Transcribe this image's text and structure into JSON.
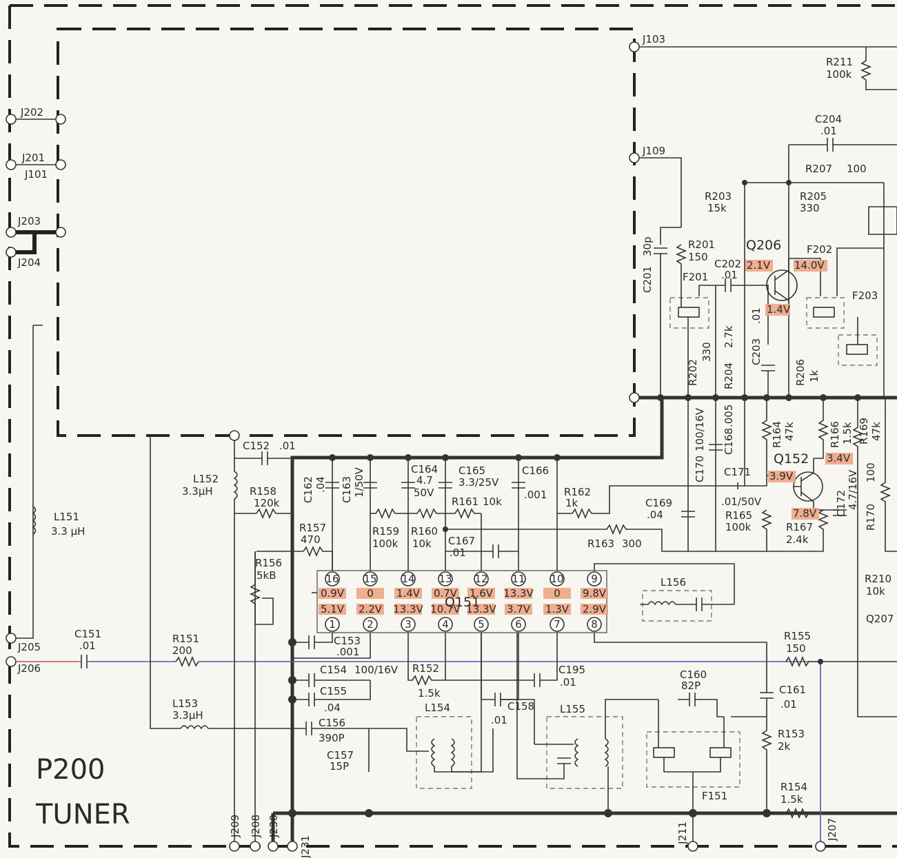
{
  "title": {
    "line1": "P200",
    "line2": "TUNER"
  },
  "jacks": {
    "j103": "J103",
    "j109": "J109",
    "j202": "J202",
    "j201": "J201",
    "j101": "J101",
    "j203": "J203",
    "j204": "J204",
    "j205": "J205",
    "j206": "J206",
    "j209": "J209",
    "j208": "J208",
    "j230": "J230",
    "j231": "J231",
    "j211": "J211",
    "j207": "J207"
  },
  "resistors": {
    "r211": [
      "R211",
      "100k"
    ],
    "r207": [
      "R207",
      "100"
    ],
    "r203": [
      "R203",
      "15k"
    ],
    "r205": [
      "R205",
      "330"
    ],
    "r201": [
      "R201",
      "150"
    ],
    "r202": [
      "R202",
      "330"
    ],
    "r204": [
      "R204",
      "2.7k"
    ],
    "r206": [
      "R206",
      "1k"
    ],
    "r164": [
      "R164",
      "47k"
    ],
    "r166": [
      "R166",
      "1.5k"
    ],
    "r169": [
      "R169",
      "47k"
    ],
    "r165": [
      "R165",
      "100k"
    ],
    "r167": [
      "R167",
      "2.4k"
    ],
    "r170": [
      "R170",
      "100"
    ],
    "r210": [
      "R210",
      "10k"
    ],
    "r158": [
      "R158",
      "120k"
    ],
    "r157": [
      "R157",
      "470"
    ],
    "r156": [
      "R156",
      "5kB"
    ],
    "r159": [
      "R159",
      "100k"
    ],
    "r160": [
      "R160",
      "10k"
    ],
    "r161": [
      "R161",
      "10k"
    ],
    "r162": [
      "R162",
      "1k"
    ],
    "r163": [
      "R163",
      "300"
    ],
    "r151": [
      "R151",
      "200"
    ],
    "r152": [
      "R152",
      "1.5k"
    ],
    "r155": [
      "R155",
      "150"
    ],
    "r153": [
      "R153",
      "2k"
    ],
    "r154": [
      "R154",
      "1.5k"
    ]
  },
  "capacitors": {
    "c204": [
      "C204",
      ".01"
    ],
    "c201": [
      "C201",
      "30p"
    ],
    "c202": [
      "C202",
      ".01"
    ],
    "c203": [
      "C203",
      ".01"
    ],
    "c170": [
      "C170",
      "100/16V"
    ],
    "c168": [
      "C168",
      ".005"
    ],
    "c171": [
      "C171",
      ".01/50V"
    ],
    "c172": [
      "C172",
      "4.7/16V"
    ],
    "c169": [
      "C169",
      ".04"
    ],
    "c152": [
      "C152",
      ".01"
    ],
    "c162": [
      "C162",
      ".04"
    ],
    "c163": [
      "C163",
      "1/50V"
    ],
    "c164": [
      "C164",
      "4.7",
      "50V"
    ],
    "c165": [
      "C165",
      "3.3/25V"
    ],
    "c166": [
      "C166",
      ".001"
    ],
    "c167": [
      "C167",
      ".01"
    ],
    "c151": [
      "C151",
      ".01"
    ],
    "c153": [
      "C153",
      ".001"
    ],
    "c154": [
      "C154",
      "100/16V"
    ],
    "c155": [
      "C155",
      ".04"
    ],
    "c195": [
      "C195",
      ".01"
    ],
    "c158": [
      "C158",
      ".01"
    ],
    "c156": [
      "C156",
      "390P"
    ],
    "c157": [
      "C157",
      "15P"
    ],
    "c160": [
      "C160",
      "82P"
    ],
    "c161": [
      "C161",
      ".01"
    ]
  },
  "inductors": {
    "l152": [
      "L152",
      "3.3µH"
    ],
    "l151": [
      "L151",
      "3.3 µH"
    ],
    "l153": [
      "L153",
      "3.3µH"
    ],
    "l154": "L154",
    "l155": "L155",
    "l156": "L156"
  },
  "filters": {
    "f201": "F201",
    "f202": "F202",
    "f203": "F203",
    "f151": "F151"
  },
  "transistors": {
    "q206": "Q206",
    "q152": "Q152",
    "q151": "Q151",
    "q207": "Q207"
  },
  "voltages": {
    "q206_b": "2.1V",
    "q206_c": "14.0V",
    "q206_e": "1.4V",
    "q152_b": "3.9V",
    "q152_c": "3.4V",
    "q152_e": "7.8V"
  },
  "ic_pins": {
    "top": [
      "16",
      "15",
      "14",
      "13",
      "12",
      "11",
      "10",
      "9"
    ],
    "bottom": [
      "1",
      "2",
      "3",
      "4",
      "5",
      "6",
      "7",
      "8"
    ],
    "v_top": [
      "0.9V",
      "0",
      "1.4V",
      "0.7V",
      "1.6V",
      "13.3V",
      "0",
      "9.8V"
    ],
    "v_bottom": [
      "5.1V",
      "2.2V",
      "13.3V",
      "10.7V",
      "13.3V",
      "3.7V",
      "1.3V",
      "2.9V"
    ]
  }
}
